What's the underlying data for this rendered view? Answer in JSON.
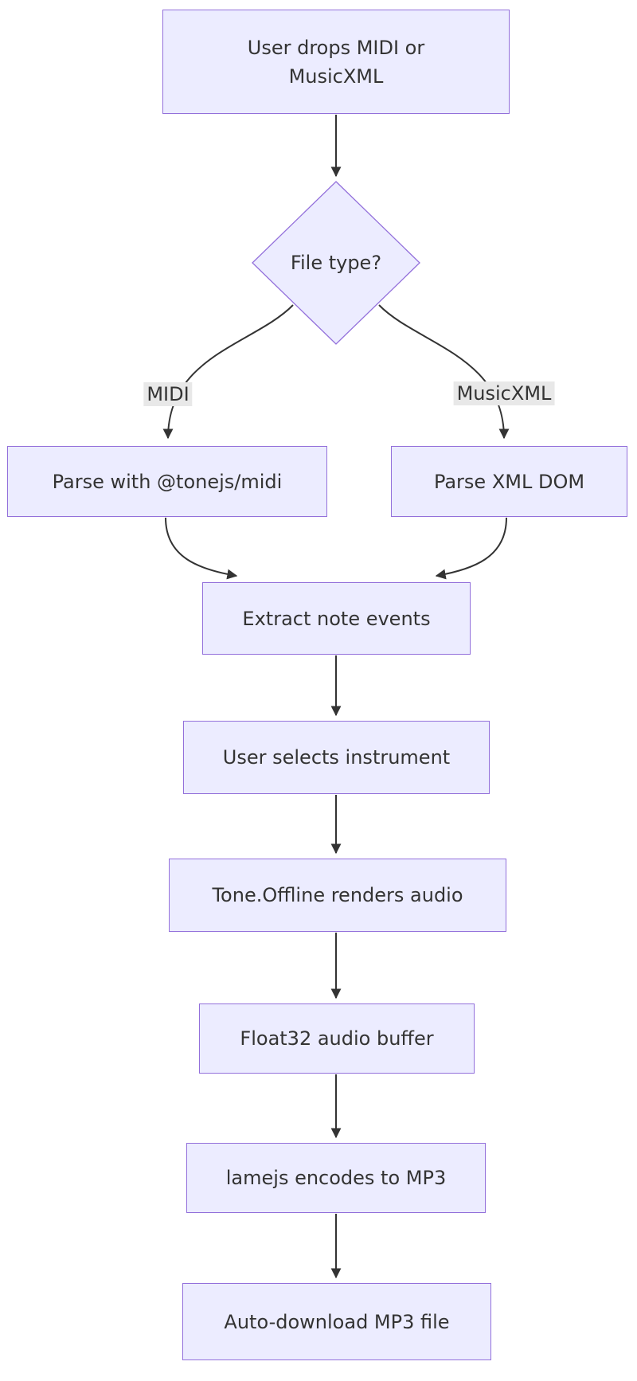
{
  "diagram": {
    "type": "flowchart",
    "direction": "top-down",
    "colors": {
      "background": "#ffffff",
      "node_fill": "#ECECFF",
      "node_border": "#9370DB",
      "text": "#333333",
      "edge_line": "#333333",
      "edge_label_bg": "#e8e8e8"
    },
    "nodes": [
      {
        "id": "A",
        "shape": "rect",
        "label": "User drops MIDI or\nMusicXML"
      },
      {
        "id": "B",
        "shape": "diamond",
        "label": "File type?"
      },
      {
        "id": "C",
        "shape": "rect",
        "label": "Parse with @tonejs/midi"
      },
      {
        "id": "D",
        "shape": "rect",
        "label": "Parse XML DOM"
      },
      {
        "id": "E",
        "shape": "rect",
        "label": "Extract note events"
      },
      {
        "id": "F",
        "shape": "rect",
        "label": "User selects instrument"
      },
      {
        "id": "G",
        "shape": "rect",
        "label": "Tone.Offline renders audio"
      },
      {
        "id": "H",
        "shape": "rect",
        "label": "Float32 audio buffer"
      },
      {
        "id": "I",
        "shape": "rect",
        "label": "lamejs encodes to MP3"
      },
      {
        "id": "J",
        "shape": "rect",
        "label": "Auto-download MP3 file"
      }
    ],
    "edges": [
      {
        "from": "A",
        "to": "B",
        "label": ""
      },
      {
        "from": "B",
        "to": "C",
        "label": "MIDI"
      },
      {
        "from": "B",
        "to": "D",
        "label": "MusicXML"
      },
      {
        "from": "C",
        "to": "E",
        "label": ""
      },
      {
        "from": "D",
        "to": "E",
        "label": ""
      },
      {
        "from": "E",
        "to": "F",
        "label": ""
      },
      {
        "from": "F",
        "to": "G",
        "label": ""
      },
      {
        "from": "G",
        "to": "H",
        "label": ""
      },
      {
        "from": "H",
        "to": "I",
        "label": ""
      },
      {
        "from": "I",
        "to": "J",
        "label": ""
      }
    ]
  }
}
